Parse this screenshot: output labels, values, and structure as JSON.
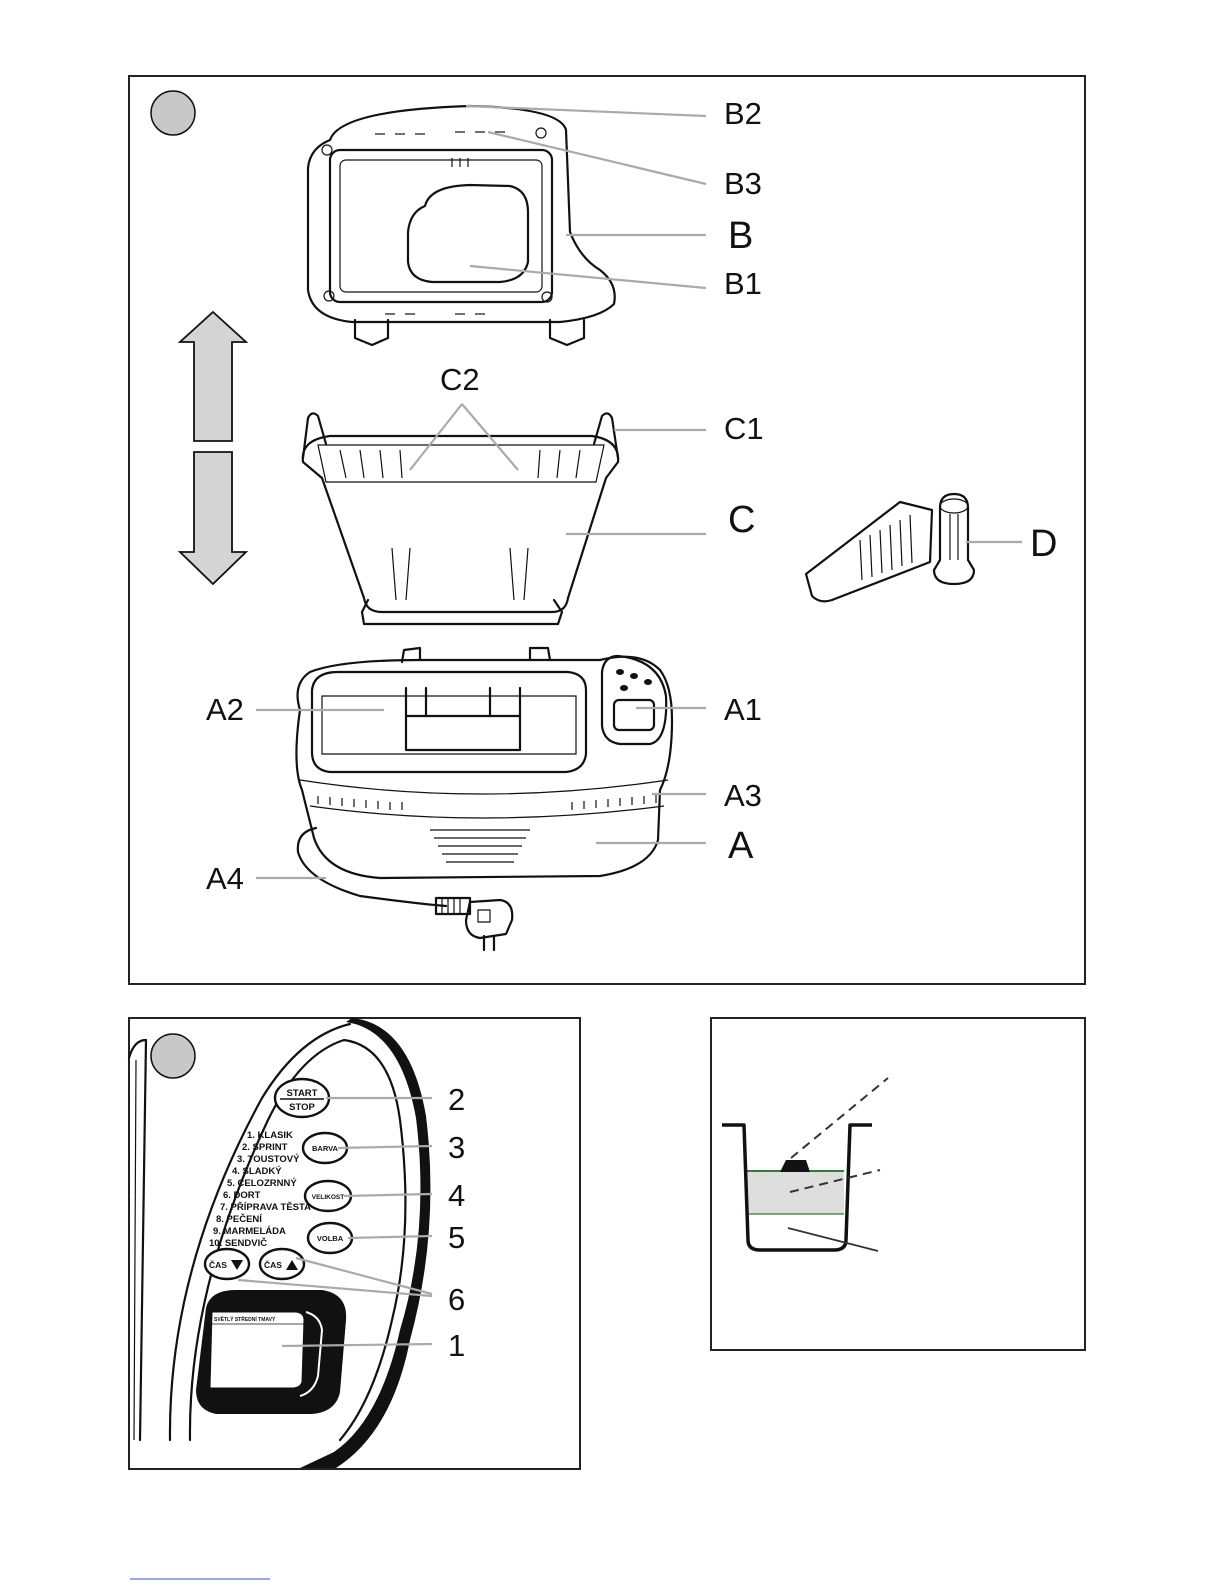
{
  "figure1": {
    "labels": {
      "b2": "B2",
      "b3": "B3",
      "b": "B",
      "b1": "B1",
      "c2": "C2",
      "c1": "C1",
      "c": "C",
      "d": "D",
      "a2": "A2",
      "a1": "A1",
      "a3": "A3",
      "a": "A",
      "a4": "A4"
    }
  },
  "figure2": {
    "buttons": {
      "start": "START",
      "stop": "STOP",
      "barva": "BARVA",
      "velikost": "VELIKOST",
      "volba": "VOLBA",
      "cas_down": "ČAS",
      "cas_up": "ČAS"
    },
    "menu_items": [
      "1. KLASIK",
      "2. SPRINT",
      "3. TOUSTOVÝ",
      "4. SLADKÝ",
      "5. CELOZRNNÝ",
      "6. DORT",
      "7. PŘÍPRAVA TĚSTA",
      "8. PEČENÍ",
      "9. MARMELÁDA",
      "10. SENDVIČ"
    ],
    "display_text": "SVĚTLÝ STŘEDNÍ TMAVÝ",
    "callouts": {
      "n2": "2",
      "n3": "3",
      "n4": "4",
      "n5": "5",
      "n6": "6",
      "n1": "1"
    }
  },
  "colors": {
    "marker_grey": "#c8c8c8",
    "arrow_grey": "#d4d4d4",
    "band_grey": "#dedede",
    "band_line_green": "#3a7a3a",
    "leader_grey": "#aaaaaa"
  }
}
